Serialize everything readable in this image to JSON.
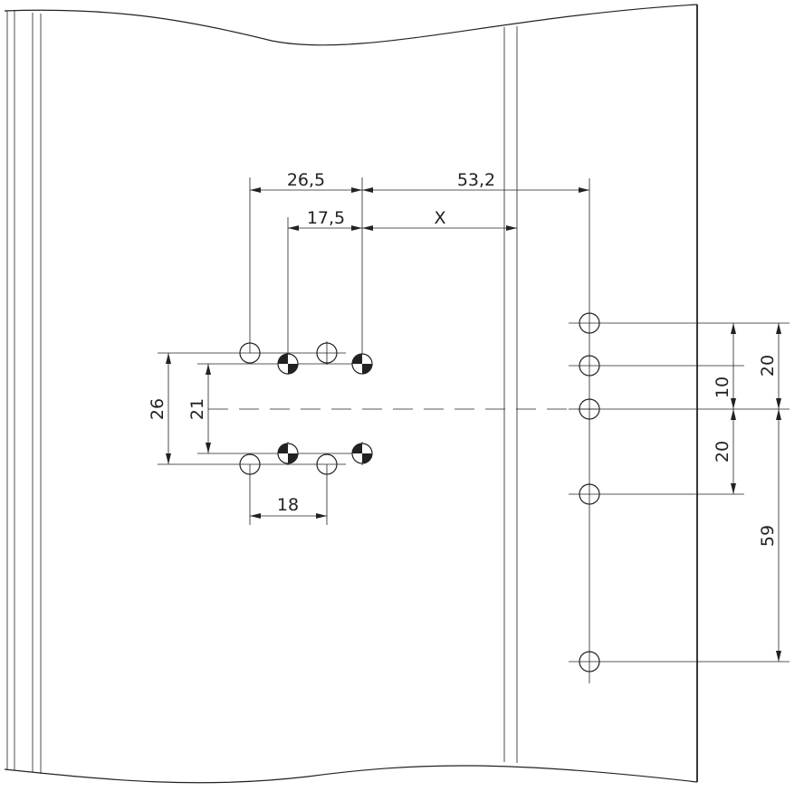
{
  "drawing": {
    "dimensions": {
      "d_26_5": "26,5",
      "d_53_2": "53,2",
      "d_17_5": "17,5",
      "d_x": "X",
      "d_18": "18",
      "d_26": "26",
      "d_21": "21",
      "d_20_top": "20",
      "d_10": "10",
      "d_20_bottom": "20",
      "d_59": "59"
    }
  }
}
